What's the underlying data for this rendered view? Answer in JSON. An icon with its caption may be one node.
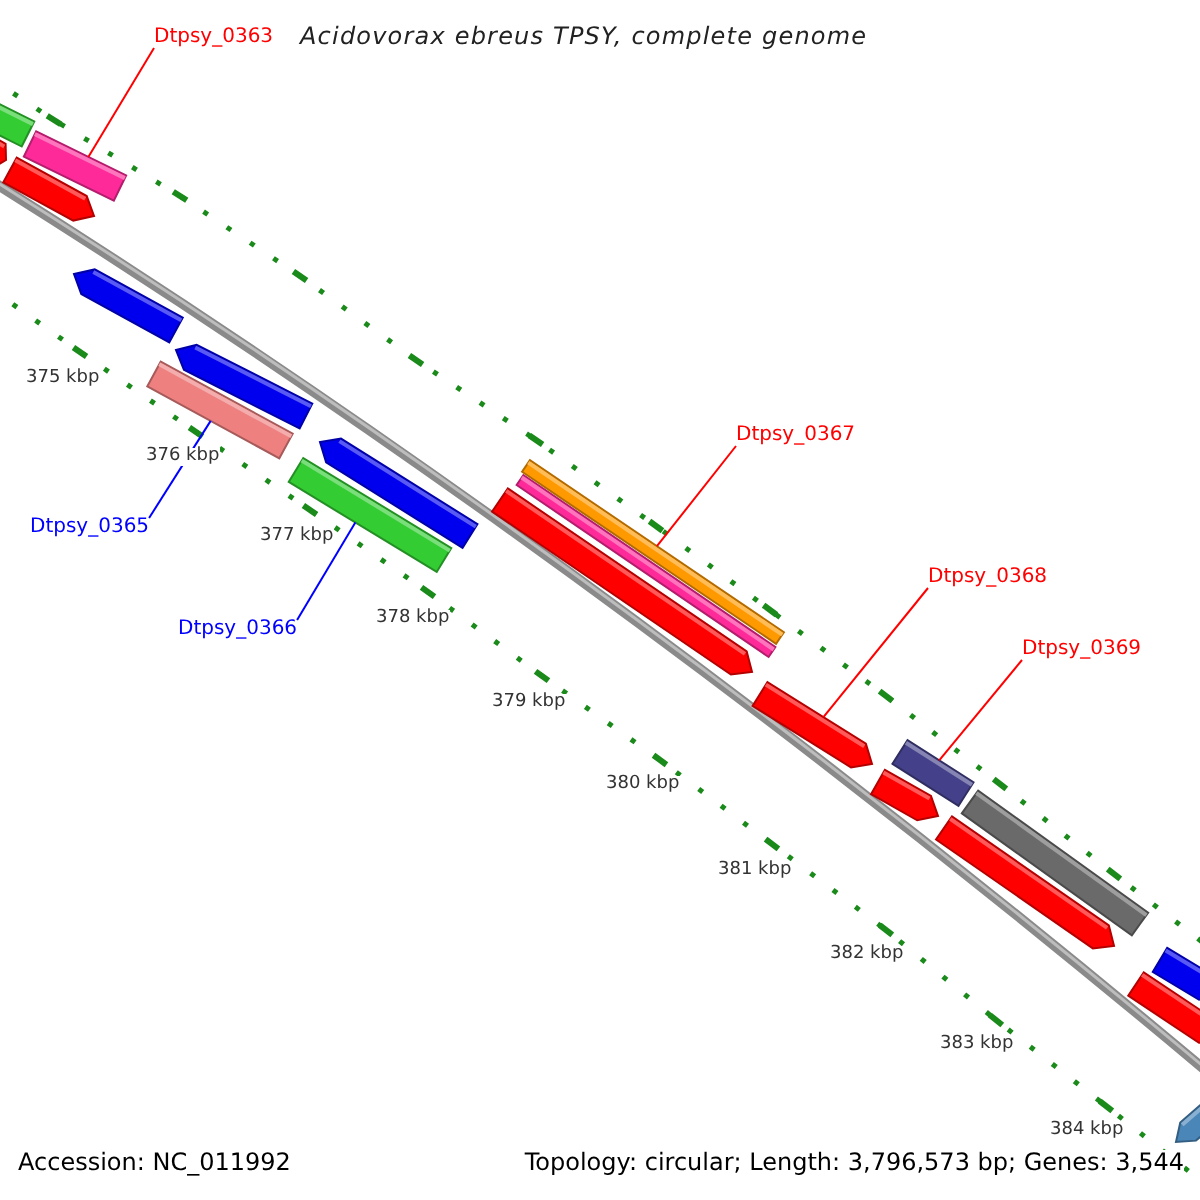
{
  "diagram": {
    "title": "Acidovorax ebreus TPSY, complete genome",
    "nodes": [
      {
        "text": [
          "Dtpsy_0363"
        ]
      },
      {
        "text": [
          "Dtpsy_0365"
        ]
      },
      {
        "text": [
          "Dtpsy_0366"
        ]
      },
      {
        "text": [
          "Dtpsy_0367"
        ]
      },
      {
        "text": [
          "Dtpsy_0368"
        ]
      },
      {
        "text": [
          "Dtpsy_0369"
        ]
      },
      {
        "text": [],
        "shape": "bar"
      },
      {
        "text": [],
        "shape": "bar"
      },
      {
        "text": [],
        "shape": "bar"
      },
      {
        "text": [],
        "shape": "bar"
      },
      {
        "text": [],
        "shape": "bar"
      },
      {
        "text": [],
        "shape": "bar"
      },
      {
        "text": [],
        "shape": "bar"
      },
      {
        "text": [],
        "shape": "bar"
      },
      {
        "text": [],
        "shape": "bar"
      },
      {
        "text": [],
        "shape": "bar"
      },
      {
        "text": [],
        "shape": "bar"
      },
      {
        "text": [],
        "shape": "bar"
      },
      {
        "text": [],
        "shape": "bar"
      },
      {
        "text": [],
        "shape": "bar"
      },
      {
        "text": [],
        "shape": "bar"
      },
      {
        "text": [],
        "shape": "bar"
      },
      {
        "text": [],
        "shape": "bar"
      },
      {
        "text": [],
        "shape": "bar"
      },
      {
        "text": [],
        "shape": "bar"
      },
      {
        "text": [],
        "shape": "bar"
      }
    ],
    "edges": [
      {
        "from": 0,
        "to": 9,
        "arrow": "none"
      },
      {
        "from": 1,
        "to": 11,
        "arrow": "none",
        "color": "#0000ff"
      },
      {
        "from": 2,
        "to": 13,
        "arrow": "none",
        "color": "#0000ff"
      },
      {
        "from": 3,
        "to": 17,
        "arrow": "none"
      },
      {
        "from": 4,
        "to": 18,
        "arrow": "none"
      },
      {
        "from": 5,
        "to": 20,
        "arrow": "none"
      }
    ],
    "labels": [
      "375 kbp",
      "376 kbp",
      "377 kbp",
      "378 kbp",
      "379 kbp",
      "380 kbp",
      "381 kbp",
      "382 kbp",
      "383 kbp",
      "384 kbp",
      "Accession: NC_011992",
      "Topology: circular; Length: 3,796,573 bp; Genes: 3,544"
    ]
  }
}
